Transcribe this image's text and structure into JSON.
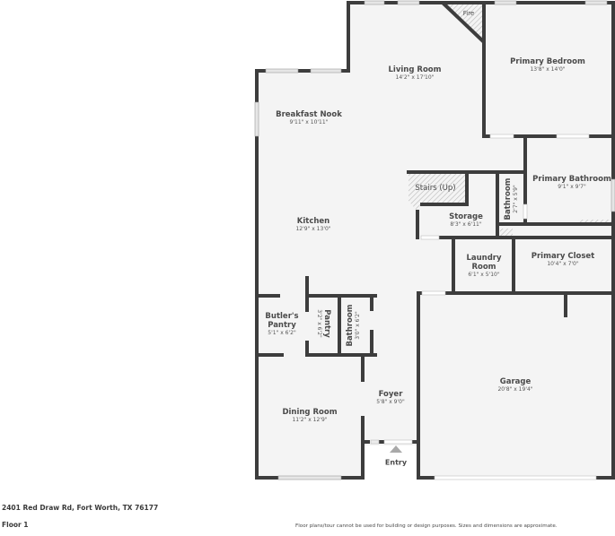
{
  "property": {
    "address": "2401 Red Draw Rd, Fort Worth, TX 76177",
    "floor": "Floor 1",
    "disclaimer": "Floor plans/tour cannot be used for building or design purposes. Sizes and dimensions are approximate."
  },
  "rooms": {
    "living_room": {
      "name": "Living Room",
      "dims": "14'2\" x 17'10\""
    },
    "fireplace": {
      "name": "Fire"
    },
    "primary_bedroom": {
      "name": "Primary Bedroom",
      "dims": "13'8\" x 14'0\""
    },
    "breakfast_nook": {
      "name": "Breakfast Nook",
      "dims": "9'11\" x 10'11\""
    },
    "primary_bathroom": {
      "name": "Primary Bathroom",
      "dims": "9'1\" x 9'7\""
    },
    "stairs": {
      "name": "Stairs (Up)"
    },
    "bathroom_upper": {
      "name": "Bathroom",
      "dims": "2'7\" x 5'9\""
    },
    "storage": {
      "name": "Storage",
      "dims": "8'3\" x 6'11\""
    },
    "kitchen": {
      "name": "Kitchen",
      "dims": "12'9\" x 13'0\""
    },
    "laundry_room": {
      "name": "Laundry Room",
      "name_line1": "Laundry",
      "name_line2": "Room",
      "dims": "6'1\" x 5'10\""
    },
    "primary_closet": {
      "name": "Primary Closet",
      "dims": "10'4\" x 7'0\""
    },
    "butlers_pantry": {
      "name": "Butler's Pantry",
      "name_line1": "Butler's",
      "name_line2": "Pantry",
      "dims": "5'1\" x 6'2\""
    },
    "pantry": {
      "name": "Pantry",
      "dims": "3'2\" x 6'2\""
    },
    "bathroom_lower": {
      "name": "Bathroom",
      "dims": "3'0\" x 6'2\""
    },
    "garage": {
      "name": "Garage",
      "dims": "20'8\" x 19'4\""
    },
    "foyer": {
      "name": "Foyer",
      "dims": "5'8\" x 9'0\""
    },
    "dining_room": {
      "name": "Dining Room",
      "dims": "11'2\" x 12'9\""
    }
  },
  "entry": {
    "label": "Entry"
  },
  "colors": {
    "wall": "#3d3d3d",
    "floor": "#f4f4f4",
    "window": "#e2e2e2",
    "hatch": "#b8b8b8",
    "entry_marker": "#a9a9a9"
  }
}
